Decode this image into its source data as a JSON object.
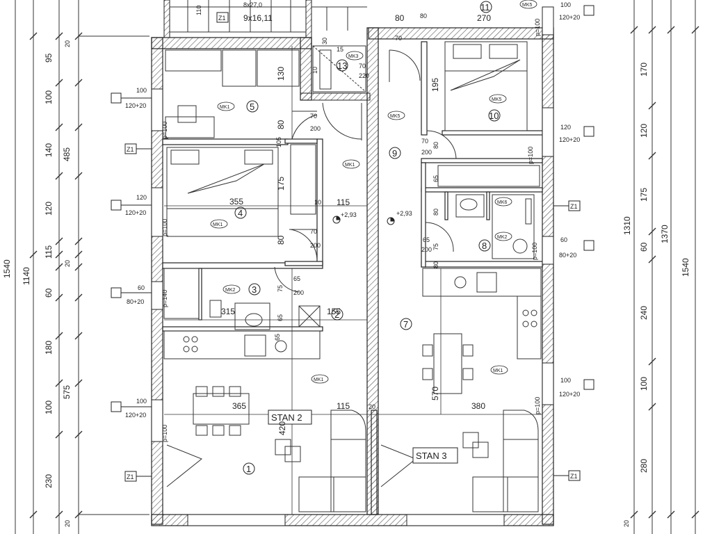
{
  "stairs": {
    "line1": "8x27,0",
    "line2": "9x16,11",
    "width": "110"
  },
  "rooms": [
    {
      "num": "1"
    },
    {
      "num": "2"
    },
    {
      "num": "3"
    },
    {
      "num": "4"
    },
    {
      "num": "5"
    },
    {
      "num": "7"
    },
    {
      "num": "8"
    },
    {
      "num": "9"
    },
    {
      "num": "10"
    },
    {
      "num": "11"
    },
    {
      "num": "13"
    }
  ],
  "apartments": {
    "stan2": "STAN 2",
    "stan3": "STAN 3"
  },
  "levels": {
    "l1": "+2,93",
    "l2": "+2,93"
  },
  "markers": {
    "z1": "Z1",
    "mk1": "MK1",
    "mk2": "MK2",
    "mk5": "MK5",
    "mk6": "MK6",
    "mk3": "MK3"
  },
  "windows_left": [
    {
      "w": "100",
      "h": "120+20"
    },
    {
      "w": "120",
      "h": "120+20"
    },
    {
      "w": "60",
      "h": "80+20"
    },
    {
      "w": "100",
      "h": "120+20"
    }
  ],
  "windows_right": [
    {
      "w": "100",
      "h": "120+20"
    },
    {
      "w": "120",
      "h": "120+20"
    },
    {
      "w": "60",
      "h": "80+20"
    },
    {
      "w": "100",
      "h": "120+20"
    }
  ],
  "doors": {
    "d1": "70",
    "d1h": "200",
    "d2": "65",
    "d2h": "200",
    "d3": "70",
    "d3h": "220",
    "d4": "80",
    "d5": "60",
    "d6": "70"
  },
  "dims_left_outer": {
    "total": "1540",
    "part": "1140"
  },
  "dims_left_mid": {
    "a": "485",
    "b": "20",
    "c": "575"
  },
  "dims_left_inner": {
    "a": "95",
    "b": "100",
    "c": "140",
    "d": "120",
    "e": "115",
    "f": "60",
    "g": "180",
    "h": "100",
    "i": "230",
    "j": "20",
    "k": "20"
  },
  "dims_right_inner": {
    "a": "170",
    "b": "120",
    "c": "175",
    "d": "60",
    "e": "240",
    "f": "100",
    "g": "280",
    "h": "20"
  },
  "dims_right_mid": {
    "a": "1310",
    "b": "1370"
  },
  "dims_right_outer": {
    "total": "1540"
  },
  "interior_dims": {
    "r4w": "355",
    "r5h": "130",
    "r4h": "175",
    "r3w": "315",
    "r2w": "155",
    "r1w": "365",
    "c115": "115",
    "c115b": "115",
    "c20": "20",
    "r7w": "380",
    "r7h": "570",
    "r10h": "195",
    "r11w": "270",
    "r11d": "80",
    "c80": "80",
    "c10": "10",
    "c105": "105",
    "c80b": "80",
    "c75": "75",
    "c65": "65",
    "c65b": "65",
    "c80c": "80",
    "c75b": "75",
    "c65c": "65",
    "c420": "420",
    "c30": "30",
    "c15": "15",
    "c10b": "10",
    "c80d": "80",
    "c80e": "80",
    "c65d": "65"
  },
  "equip": {
    "p100": "p=100",
    "p140": "p=140"
  }
}
